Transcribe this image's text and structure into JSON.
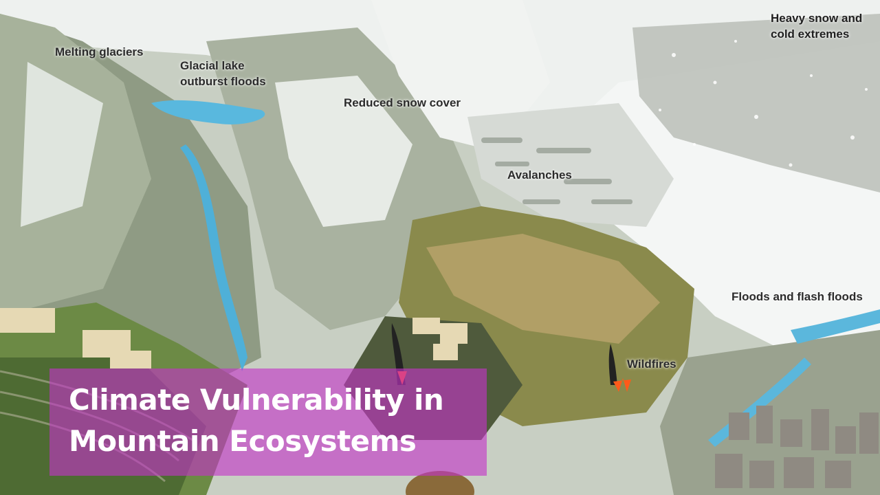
{
  "labels": {
    "melting_glaciers": "Melting glaciers",
    "glacial_lake_line1": "Glacial lake",
    "glacial_lake_line2": "outburst floods",
    "reduced_snow": "Reduced snow cover",
    "heavy_snow_line1": "Heavy snow and",
    "heavy_snow_line2": "cold extremes",
    "avalanches": "Avalanches",
    "floods": "Floods and flash floods",
    "wildfires": "Wildfires"
  },
  "banner": {
    "line1": "Climate Vulnerability in",
    "line2": "Mountain Ecosystems",
    "color": "#c434c8"
  },
  "colors": {
    "river": "#4fb0d8",
    "snow": "#f3f5f4",
    "rock": "#9aa58f",
    "forest": "#8a8a4c",
    "fire": "#ff5a1a"
  }
}
